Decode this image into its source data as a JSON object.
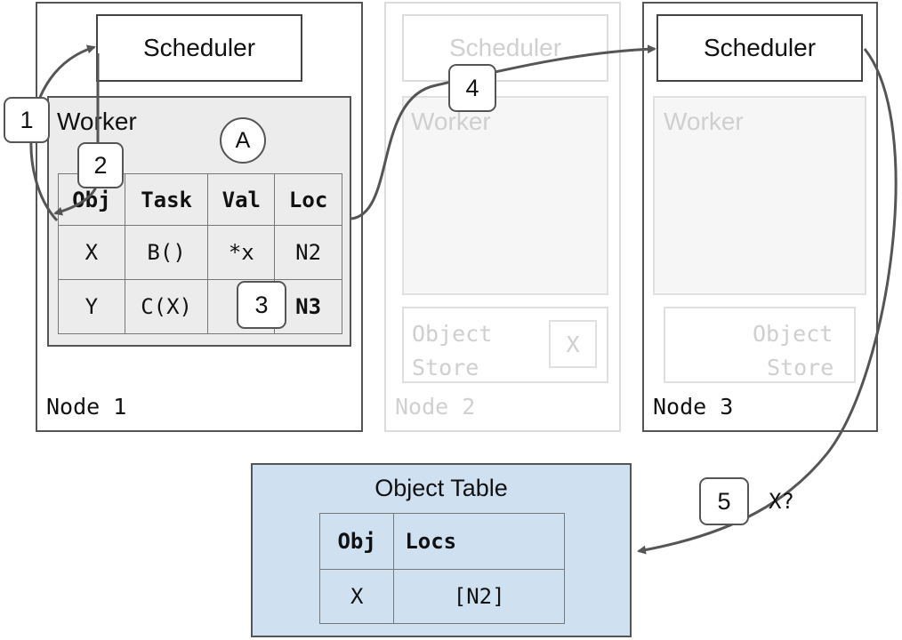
{
  "nodes": [
    {
      "label": "Node 1",
      "scheduler": "Scheduler",
      "worker": "Worker"
    },
    {
      "label": "Node 2",
      "scheduler": "Scheduler",
      "worker": "Worker",
      "store_line1": "Object",
      "store_line2": "Store",
      "store_object": "X"
    },
    {
      "label": "Node 3",
      "scheduler": "Scheduler",
      "worker": "Worker",
      "store_line1": "Object",
      "store_line2": "Store"
    }
  ],
  "worker_table": {
    "headers": [
      "Obj",
      "Task",
      "Val",
      "Loc"
    ],
    "rows": [
      [
        "X",
        "B()",
        "*x",
        "N2"
      ],
      [
        "Y",
        "C(X)",
        "",
        "N3"
      ]
    ]
  },
  "circle_label": "A",
  "steps": [
    "1",
    "2",
    "3",
    "4",
    "5"
  ],
  "query_label": "X?",
  "object_table": {
    "title": "Object Table",
    "headers": [
      "Obj",
      "Locs"
    ],
    "rows": [
      [
        "X",
        "[N2]"
      ]
    ]
  }
}
